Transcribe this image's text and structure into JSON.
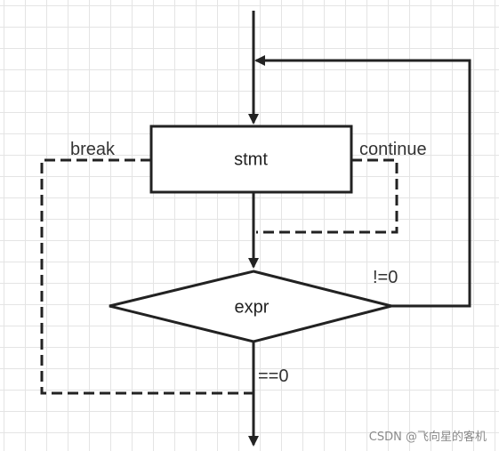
{
  "nodes": {
    "statement": "stmt",
    "condition": "expr"
  },
  "edges": {
    "break": "break",
    "continue": "continue",
    "nonzero": "!=0",
    "zero": "==0"
  },
  "watermark": "CSDN @飞向星的客机",
  "colors": {
    "stroke": "#222222",
    "grid": "#e4e4e4",
    "watermark": "#8a8a8a"
  }
}
